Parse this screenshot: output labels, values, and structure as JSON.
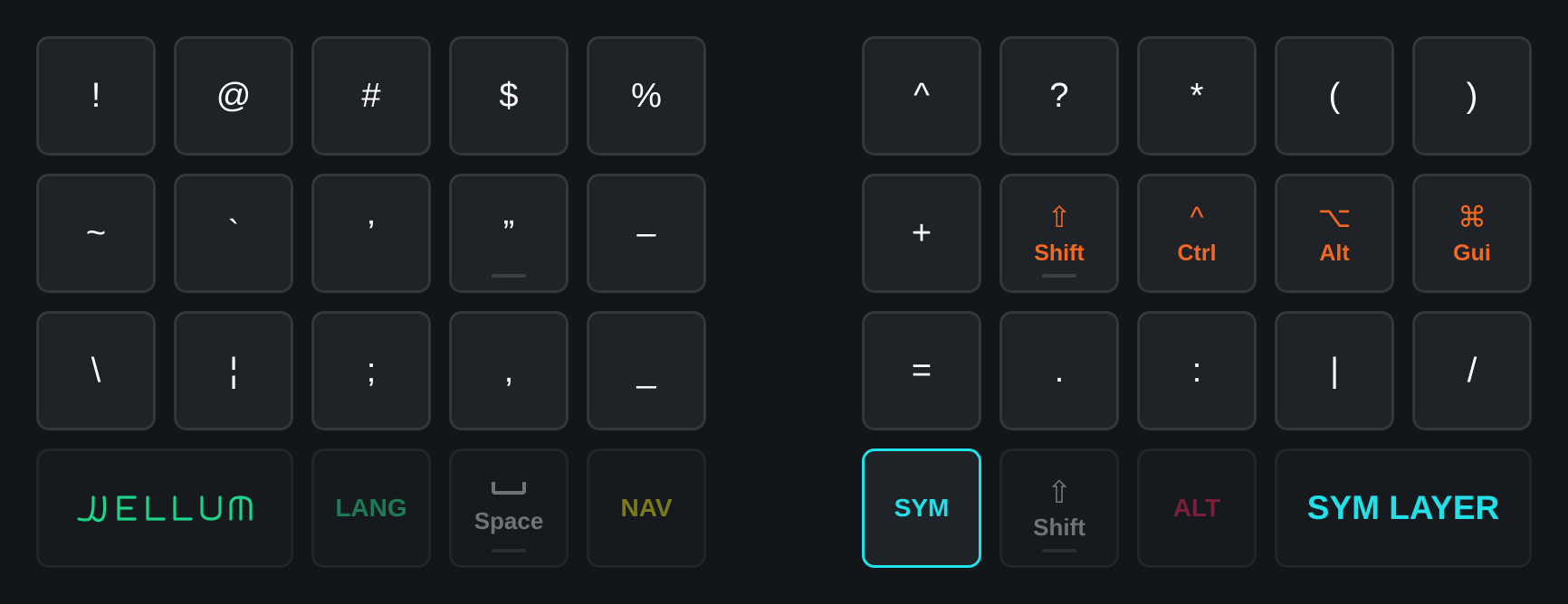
{
  "left_rows": [
    [
      "!",
      "@",
      "#",
      "$",
      "%"
    ],
    [
      "~",
      "`",
      "’",
      "”",
      "–"
    ],
    [
      "\\",
      "¦",
      ";",
      ",",
      "_"
    ]
  ],
  "right_row1": [
    "^",
    "?",
    "*",
    "(",
    ")"
  ],
  "right_row2_symbol": "+",
  "modifiers": [
    {
      "icon": "⇧",
      "label": "Shift"
    },
    {
      "icon": "^",
      "label": "Ctrl"
    },
    {
      "icon": "⌥",
      "label": "Alt"
    },
    {
      "icon": "⌘",
      "label": "Gui"
    }
  ],
  "right_row3": [
    "=",
    ".",
    ":",
    "|",
    "/"
  ],
  "thumbs": {
    "brand": "WELLUM",
    "lang": "LANG",
    "space": "Space",
    "nav": "NAV",
    "sym": "SYM",
    "shift": "Shift",
    "shift_icon": "⇧",
    "alt": "ALT",
    "layer_name": "SYM LAYER"
  },
  "colors": {
    "background": "#12151a",
    "key_fill": "#1f2226",
    "key_border": "#33373d",
    "modifier": "#f26a22",
    "brand": "#1ed48a",
    "lang": "#1e7a56",
    "nav": "#7d7a1e",
    "alt": "#7a1f3a",
    "sym_active": "#22e0e8",
    "dim_text": "#6f7378"
  }
}
